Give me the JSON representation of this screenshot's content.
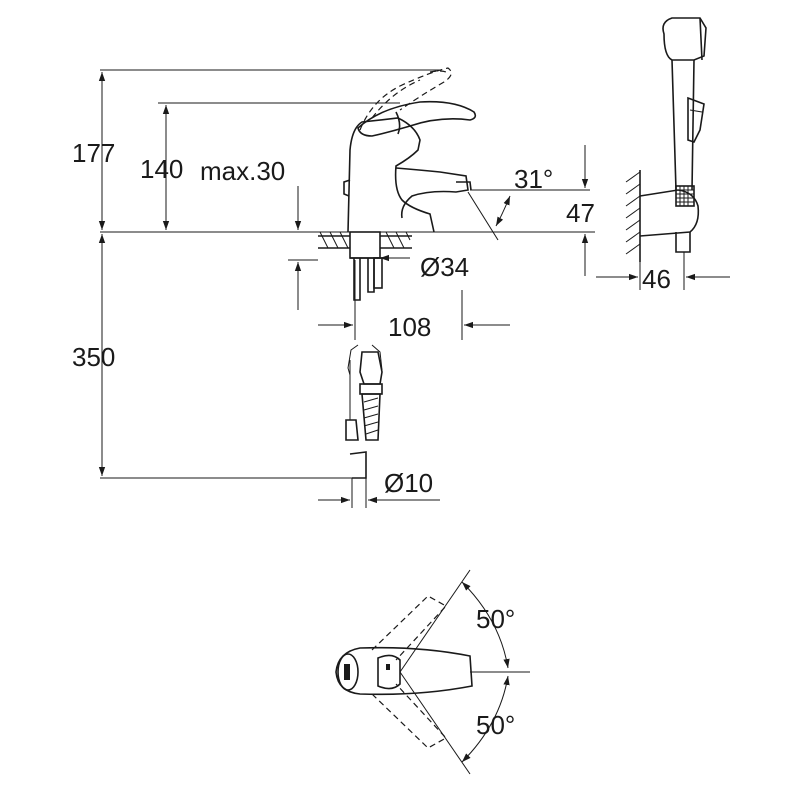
{
  "dimensions": {
    "total_height": "177",
    "spout_height": "140",
    "max_deck": "max.30",
    "angle_spout": "31°",
    "spout_drop": "47",
    "base_diameter": "Ø34",
    "projection": "108",
    "hose_length": "350",
    "hose_diameter": "Ø10",
    "holder_width": "46",
    "rotation_upper": "50°",
    "rotation_lower": "50°"
  },
  "colors": {
    "line": "#1a1a1a",
    "background": "#ffffff"
  },
  "icons": [
    "arrowhead",
    "wall-hatching",
    "flexible-hose",
    "hand-shower"
  ]
}
